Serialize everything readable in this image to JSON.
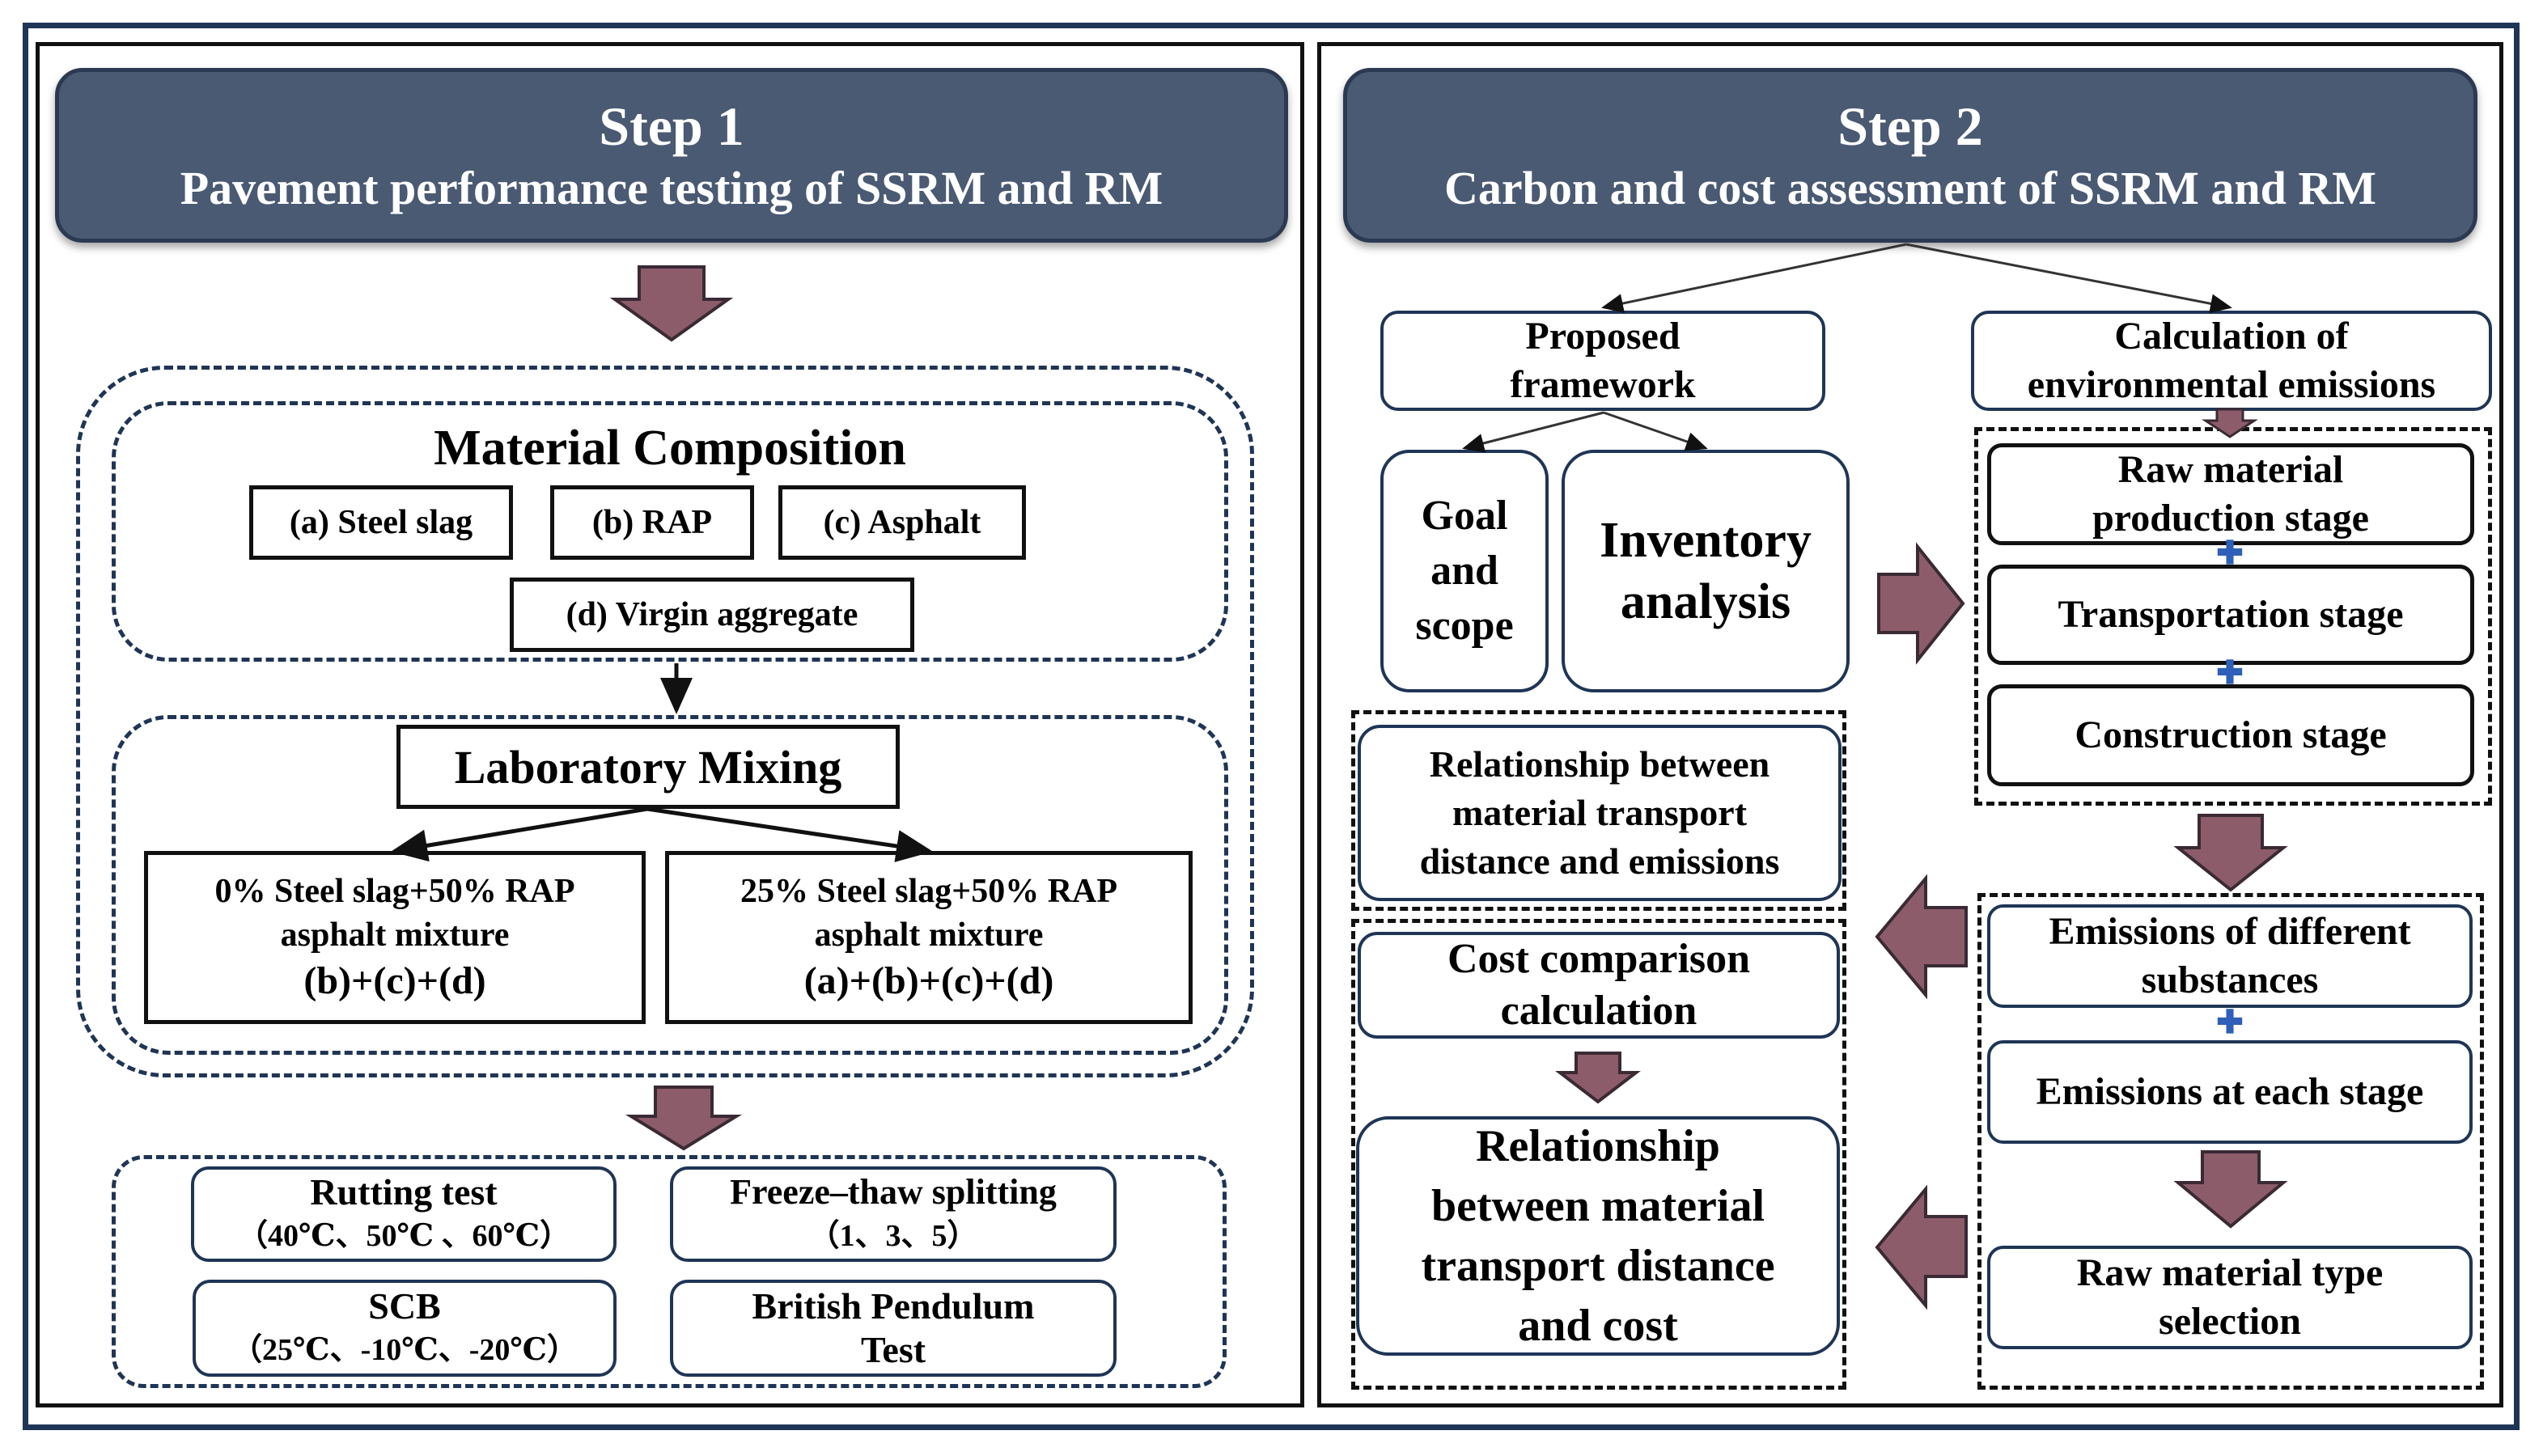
{
  "step1": {
    "title": "Step 1",
    "subtitle": "Pavement performance testing of SSRM and RM",
    "material_composition": {
      "heading": "Material Composition",
      "items": [
        "(a) Steel slag",
        "(b) RAP",
        "(c) Asphalt",
        "(d) Virgin aggregate"
      ]
    },
    "laboratory_mixing": {
      "heading": "Laboratory Mixing",
      "mix1": [
        "0% Steel slag+50% RAP",
        "asphalt mixture",
        "(b)+(c)+(d)"
      ],
      "mix2": [
        "25% Steel slag+50% RAP",
        "asphalt mixture",
        "(a)+(b)+(c)+(d)"
      ]
    },
    "tests": {
      "rutting": [
        "Rutting test",
        "（40℃、50℃ 、60℃）"
      ],
      "freeze": [
        "Freeze–thaw splitting",
        "（1、3、5）"
      ],
      "scb": [
        "SCB",
        "（25℃、-10℃、-20℃）"
      ],
      "pendulum": [
        "British Pendulum",
        "Test"
      ]
    }
  },
  "step2": {
    "title": "Step 2",
    "subtitle": "Carbon and cost assessment of SSRM and RM",
    "proposed_framework": [
      "Proposed",
      "framework"
    ],
    "goal_scope": [
      "Goal",
      "and",
      "scope"
    ],
    "inventory": [
      "Inventory",
      "analysis"
    ],
    "calc_emissions": [
      "Calculation of",
      "environmental emissions"
    ],
    "stages": {
      "raw": [
        "Raw material",
        "production stage"
      ],
      "transport": "Transportation stage",
      "construction": "Construction stage"
    },
    "relationship_emissions": [
      "Relationship between",
      "material transport",
      "distance and emissions"
    ],
    "cost_comparison": [
      "Cost comparison",
      "calculation"
    ],
    "relationship_cost": [
      "Relationship",
      "between material",
      "transport distance",
      "and cost"
    ],
    "emissions_substances": [
      "Emissions of different",
      "substances"
    ],
    "emissions_stage": "Emissions at each stage",
    "raw_type": [
      "Raw material type",
      "selection"
    ],
    "plus_symbol": "✚"
  },
  "colors": {
    "banner": "#4a5a73",
    "frame": "#1f3556",
    "arrow_fill": "#8d5c6a",
    "plus": "#2f5fb8"
  }
}
